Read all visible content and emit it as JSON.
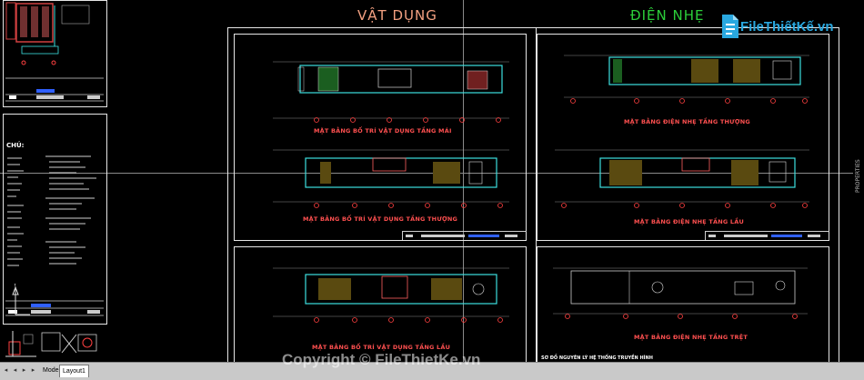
{
  "sheets": {
    "left_title": "VẬT DỤNG",
    "right_title": "ĐIỆN NHẸ"
  },
  "plans": {
    "vd_mai": "MẶT BẰNG BỐ TRÍ VẬT DỤNG TẦNG MÁI",
    "vd_thuong": "MẶT BẰNG BỐ TRÍ VẬT DỤNG TẦNG THƯỢNG",
    "vd_lau": "MẶT BẰNG BỐ TRÍ VẬT DỤNG TẦNG LẦU",
    "dn_thuong": "MẶT BẰNG ĐIỆN NHẸ TẦNG THƯỢNG",
    "dn_lau": "MẶT BẰNG ĐIỆN NHẸ TẦNG LẦU",
    "dn_tret": "MẶT BẰNG ĐIỆN NHẸ TẦNG TRỆT"
  },
  "side_panel": {
    "heading": "CHÚ:"
  },
  "logo": {
    "text": "FileThiếtKế.vn"
  },
  "bottom_note": "SƠ ĐỒ NGUYÊN LÝ HỆ THỐNG TRUYỀN HÌNH",
  "properties_label": "PROPERTIES",
  "tabs": [
    "Model",
    "Layout1"
  ],
  "active_tab": "Layout1",
  "watermark": "Copyright © FileThietKe.vn",
  "colors": {
    "left_title": "#f2a081",
    "right_title": "#2ccf3a",
    "plan_label": "#ff5050",
    "wall": "#3de0e0",
    "frame": "#e6e6e6",
    "logo": "#29a8e0"
  }
}
